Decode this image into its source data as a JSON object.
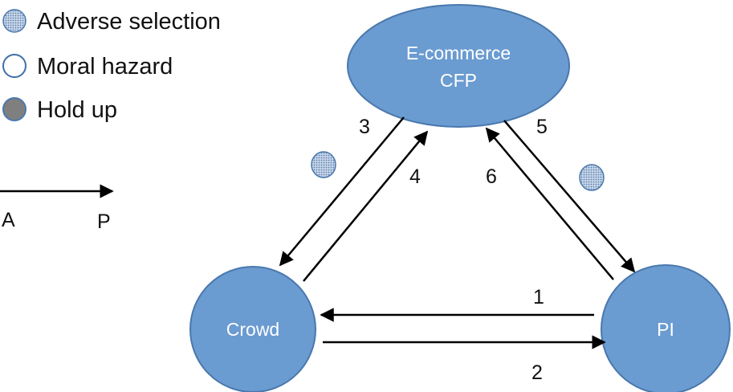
{
  "legend": {
    "items": [
      {
        "label": "Adverse selection",
        "style": "dotted"
      },
      {
        "label": "Moral hazard",
        "style": "hollow"
      },
      {
        "label": "Hold up",
        "style": "gray"
      }
    ],
    "arrow_from": "A",
    "arrow_to": "P"
  },
  "nodes": {
    "ecommerce": {
      "line1": "E-commerce",
      "line2": "CFP"
    },
    "crowd": {
      "label": "Crowd"
    },
    "pi": {
      "label": "PI"
    }
  },
  "edges": [
    {
      "id": "1",
      "label": "1",
      "from": "PI",
      "to": "Crowd"
    },
    {
      "id": "2",
      "label": "2",
      "from": "Crowd",
      "to": "PI"
    },
    {
      "id": "3",
      "label": "3",
      "from": "E-commerce CFP",
      "to": "Crowd"
    },
    {
      "id": "4",
      "label": "4",
      "from": "Crowd",
      "to": "E-commerce CFP"
    },
    {
      "id": "5",
      "label": "5",
      "from": "E-commerce CFP",
      "to": "PI"
    },
    {
      "id": "6",
      "label": "6",
      "from": "PI",
      "to": "E-commerce CFP"
    }
  ],
  "markers": [
    {
      "type": "adverse-selection",
      "near_edges": "3-4"
    },
    {
      "type": "adverse-selection",
      "near_edges": "5-6"
    }
  ],
  "colors": {
    "node_fill": "#6a9bd1",
    "node_stroke": "#4a78ad",
    "hollow_stroke": "#3f6fa8",
    "hold_up": "#7f7f7f",
    "arrow": "#000000",
    "dot_bg": "#c9d7ea",
    "dot_fg": "#5a7fae"
  }
}
